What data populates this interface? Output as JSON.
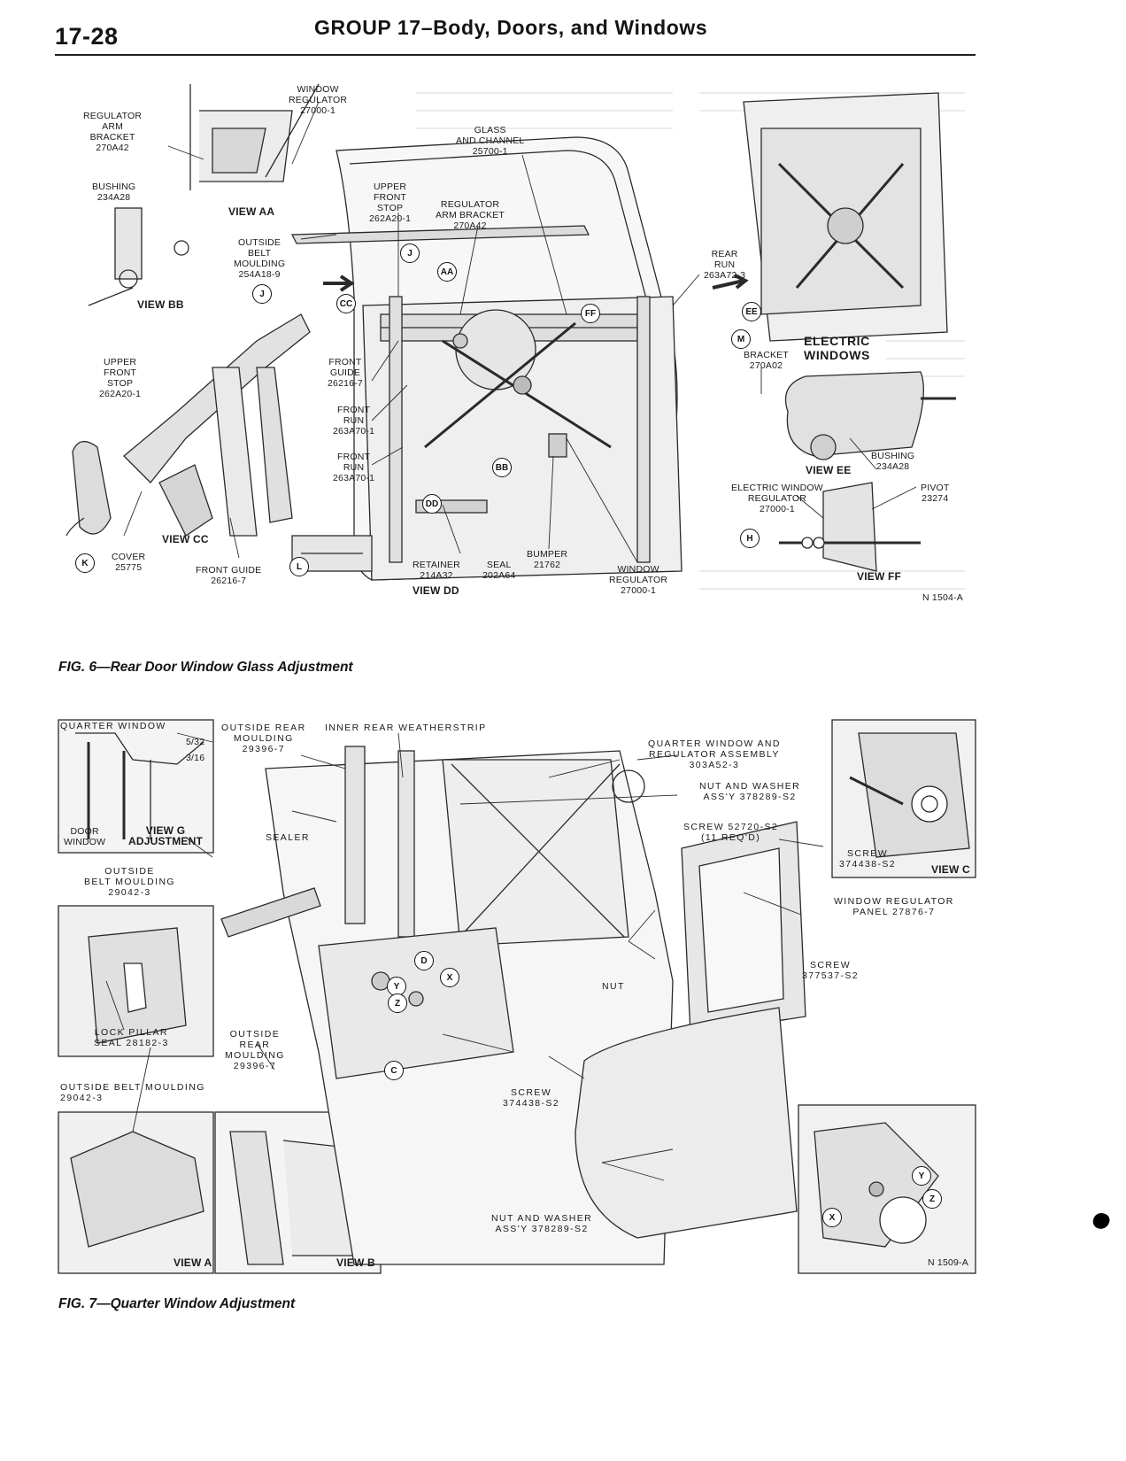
{
  "header": {
    "page_number": "17-28",
    "group_title": "GROUP 17–Body, Doors, and Windows"
  },
  "figure6": {
    "caption": "FIG. 6—Rear Door Window Glass Adjustment",
    "ref": "N 1504-A",
    "labels": {
      "window_regulator": "WINDOW\nREGULATOR\n27000-1",
      "regulator_arm_bracket_top": "REGULATOR\nARM\nBRACKET\n270A42",
      "glass_and_channel": "GLASS\nAND CHANNEL\n25700-1",
      "bushing_left": "BUSHING\n234A28",
      "view_aa": "VIEW AA",
      "upper_front_stop_center": "UPPER\nFRONT\nSTOP\n262A20-1",
      "regulator_arm_bracket_center": "REGULATOR\nARM BRACKET\n270A42",
      "outside_belt_moulding": "OUTSIDE\nBELT\nMOULDING\n254A18-9",
      "rear_run": "REAR\nRUN\n263A72-3",
      "view_bb": "VIEW BB",
      "upper_front_stop_left": "UPPER\nFRONT\nSTOP\n262A20-1",
      "front_guide_center": "FRONT\nGUIDE\n26216-7",
      "front_run_1": "FRONT\nRUN\n263A70-1",
      "front_run_2": "FRONT\nRUN\n263A70-1",
      "electric_windows": "ELECTRIC\nWINDOWS",
      "bracket_right": "BRACKET\n270A02",
      "bushing_right": "BUSHING\n234A28",
      "view_ee": "VIEW EE",
      "electric_window_regulator": "ELECTRIC WINDOW\nREGULATOR\n27000-1",
      "pivot": "PIVOT\n23274",
      "view_cc": "VIEW CC",
      "cover": "COVER\n25775",
      "front_guide_bottom": "FRONT GUIDE\n26216-7",
      "retainer": "RETAINER\n214A32",
      "seal": "SEAL\n202A64",
      "bumper": "BUMPER\n21762",
      "window_regulator_bottom": "WINDOW\nREGULATOR\n27000-1",
      "view_dd": "VIEW DD",
      "view_ff": "VIEW FF"
    },
    "callouts": [
      "J",
      "AA",
      "CC",
      "EE",
      "M",
      "FF",
      "J",
      "BB",
      "DD",
      "H",
      "K",
      "L"
    ]
  },
  "figure7": {
    "caption": "FIG. 7—Quarter Window Adjustment",
    "ref": "N 1509-A",
    "labels": {
      "quarter_window": "QUARTER WINDOW",
      "dim_5_32": "5/32",
      "dim_3_16": "3/16",
      "door_window": "DOOR\nWINDOW",
      "view_g_adjustment": "VIEW G\nADJUSTMENT",
      "outside_rear_moulding_top": "OUTSIDE REAR\nMOULDING\n29396-7",
      "inner_rear_weatherstrip": "INNER REAR WEATHERSTRIP",
      "quarter_window_regulator_assy": "QUARTER WINDOW AND\nREGULATOR ASSEMBLY\n303A52-3",
      "nut_and_washer_top": "NUT AND WASHER\nASS'Y 378289-S2",
      "screw_52720": "SCREW 52720-S2\n(11 REQ'D)",
      "sealer": "SEALER",
      "outside_belt_moulding_top": "OUTSIDE\nBELT MOULDING\n29042-3",
      "screw_374438_view_c": "SCREW\n374438-S2",
      "view_c": "VIEW C",
      "window_regulator_panel": "WINDOW REGULATOR\nPANEL 27876-7",
      "screw_377537": "SCREW\n377537-S2",
      "nut": "NUT",
      "lock_pillar_seal": "LOCK PILLAR\nSEAL 28182-3",
      "outside_rear_moulding_mid": "OUTSIDE\nREAR\nMOULDING\n29396-7",
      "outside_belt_moulding_bottom": "OUTSIDE BELT MOULDING\n29042-3",
      "screw_374438_center": "SCREW\n374438-S2",
      "nut_and_washer_bottom": "NUT AND WASHER\nASS'Y 378289-S2",
      "view_a": "VIEW A",
      "view_b": "VIEW B"
    },
    "callouts": [
      "D",
      "X",
      "Y",
      "Z",
      "C",
      "Y",
      "Z",
      "X"
    ]
  }
}
